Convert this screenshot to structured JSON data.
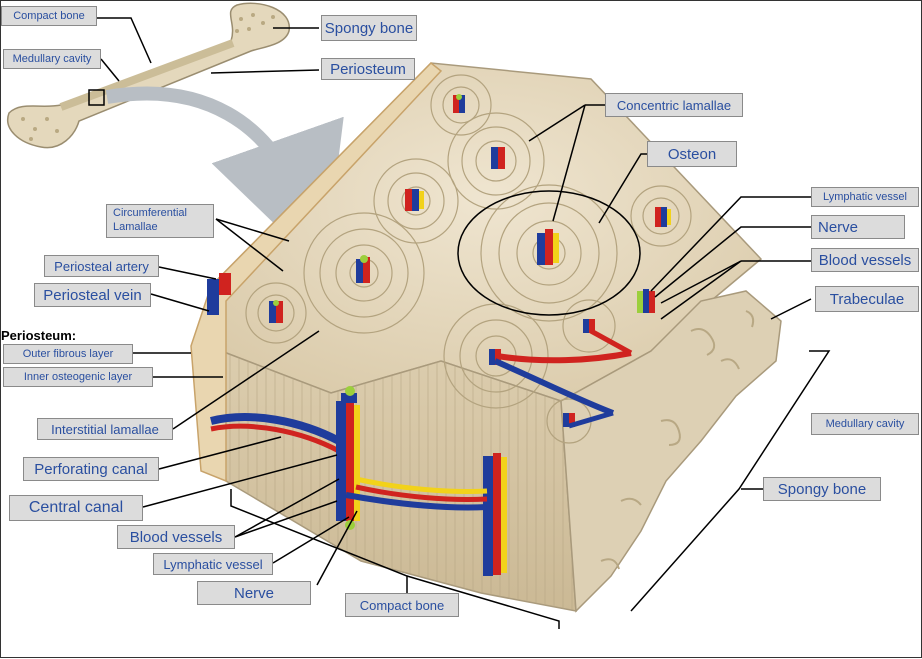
{
  "labels": {
    "compact_bone_top": "Compact bone",
    "medullary_cavity_top": "Medullary cavity",
    "spongy_bone_top": "Spongy bone",
    "periosteum_top": "Periosteum",
    "concentric_lamallae": "Concentric lamallae",
    "osteon": "Osteon",
    "circumferential_lamallae": "Circumferential Lamallae",
    "lymphatic_vessel_right": "Lymphatic vessel",
    "nerve_right": "Nerve",
    "blood_vessels_right": "Blood vessels",
    "trabeculae": "Trabeculae",
    "periosteal_artery": "Periosteal artery",
    "periosteal_vein": "Periosteal vein",
    "periosteum_heading": "Periosteum:",
    "outer_fibrous_layer": "Outer fibrous layer",
    "inner_osteogenic_layer": "Inner osteogenic layer",
    "medullary_cavity_right": "Medullary cavity",
    "interstitial_lamallae": "Interstitial lamallae",
    "perforating_canal": "Perforating canal",
    "central_canal": "Central canal",
    "spongy_bone_bottom": "Spongy bone",
    "blood_vessels_bottom": "Blood vessels",
    "lymphatic_vessel_bottom": "Lymphatic vessel",
    "nerve_bottom": "Nerve",
    "compact_bone_bottom": "Compact bone"
  },
  "colors": {
    "bone_fill": "#e8dcc4",
    "bone_shadow": "#cdbd9d",
    "lamella_line": "#a99a7c",
    "artery": "#d0231f",
    "vein": "#1f3c9c",
    "lymph": "#f2d21a",
    "nerve": "#9ccf3c",
    "label_fill": "#dcdcdc",
    "label_text": "#2a4fa0",
    "arrow": "#b8bec4"
  }
}
